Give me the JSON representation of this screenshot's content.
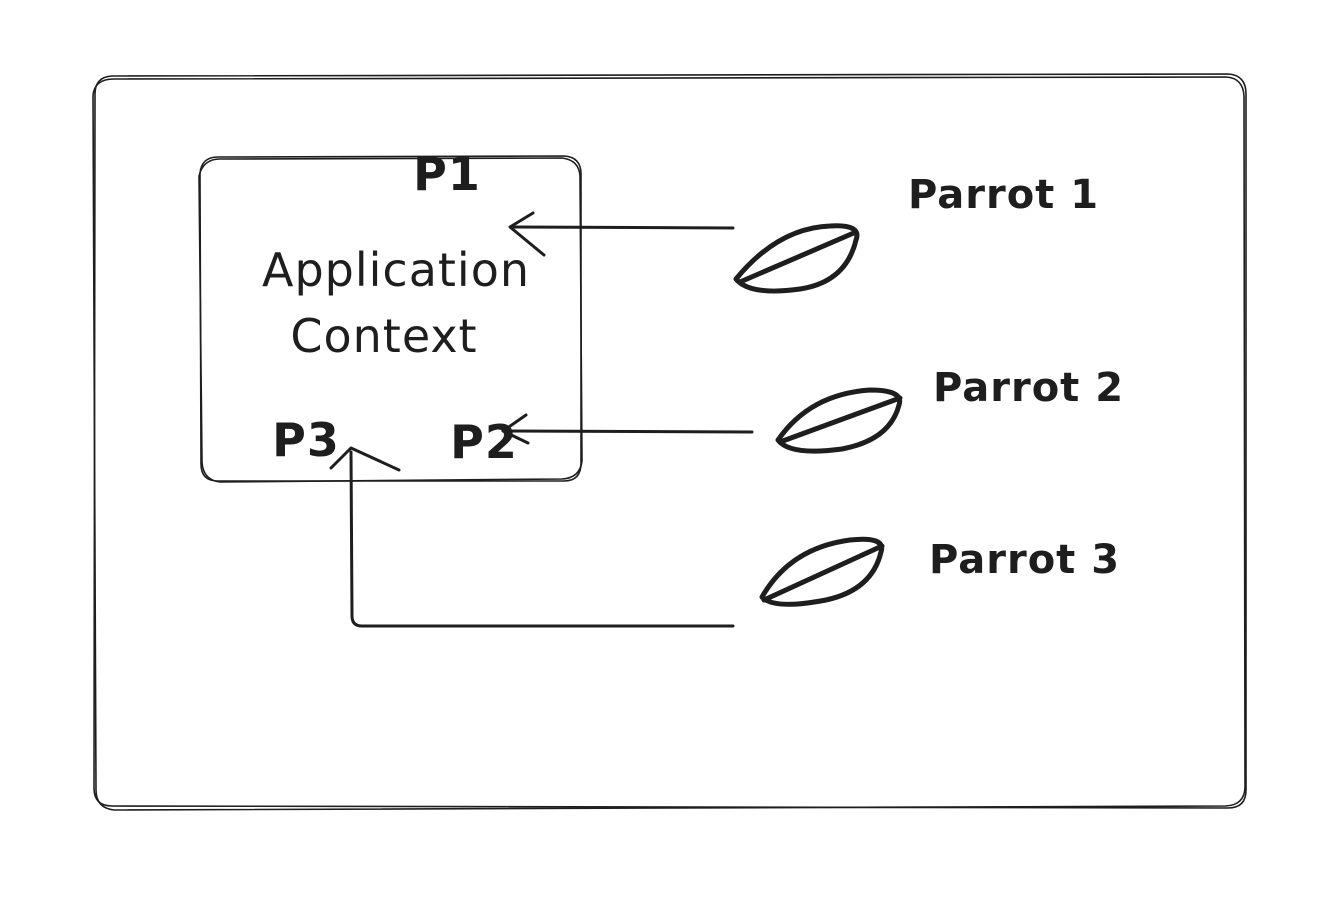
{
  "diagram": {
    "context_labels": {
      "p1": "P1",
      "p2": "P2",
      "p3": "P3",
      "line1": "Application",
      "line2": "Context"
    },
    "parrots": [
      {
        "label": "Parrot 1"
      },
      {
        "label": "Parrot 2"
      },
      {
        "label": "Parrot 3"
      }
    ],
    "colors": {
      "ink": "#1e1e1e",
      "background": "#ffffff"
    }
  }
}
